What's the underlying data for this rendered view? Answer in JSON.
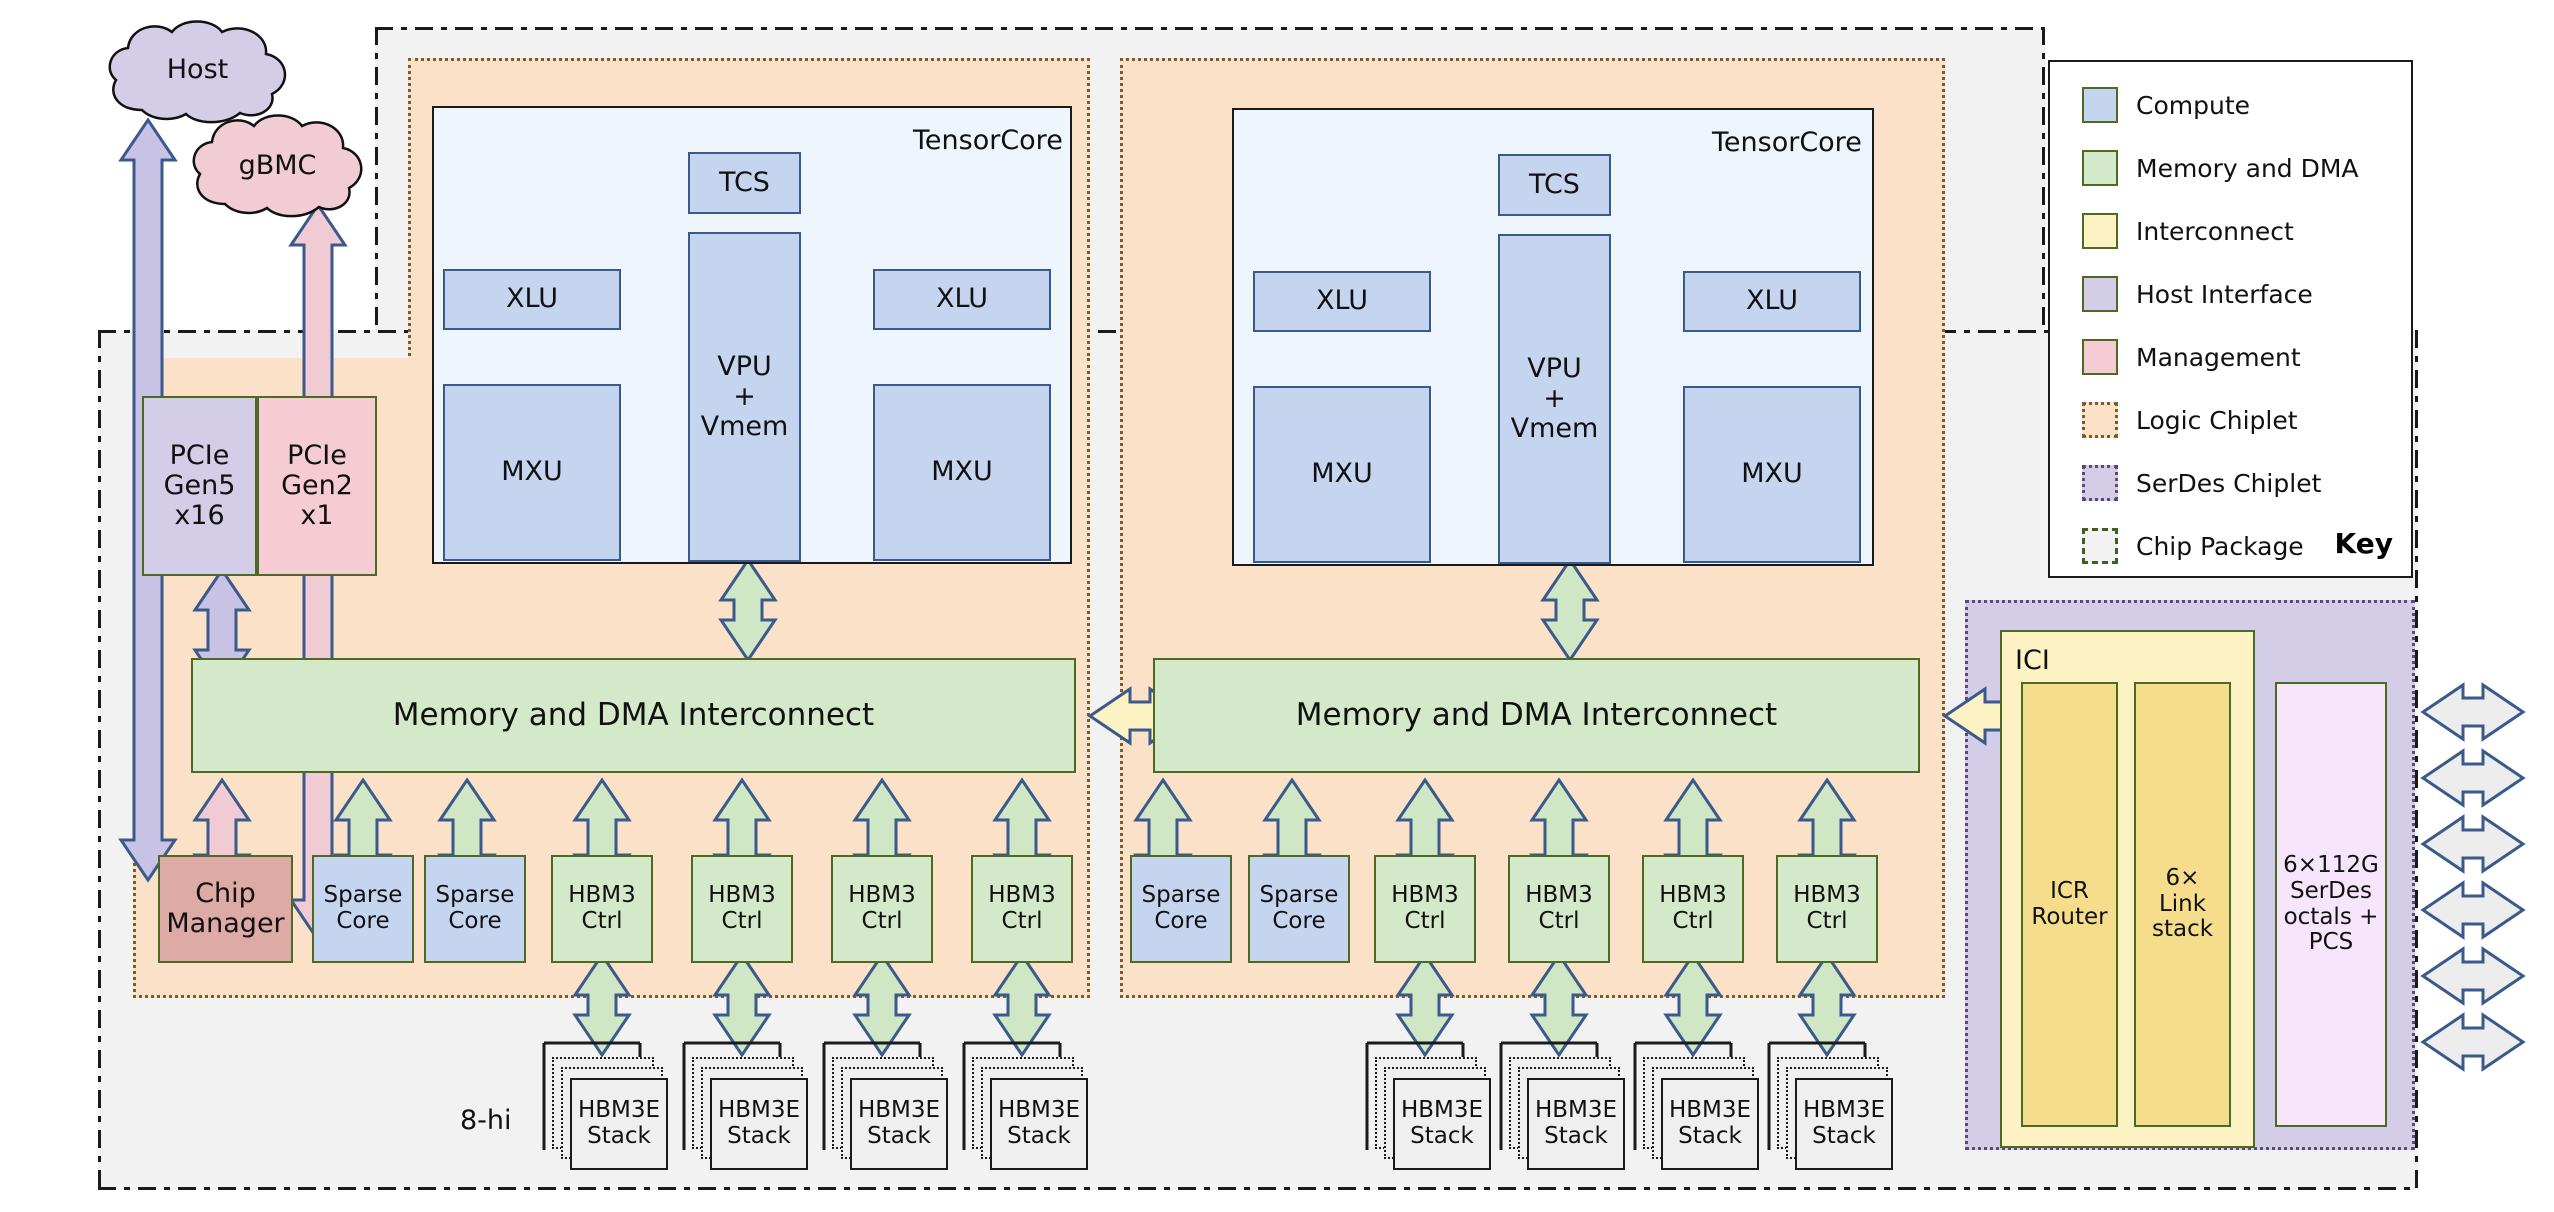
{
  "diagram": {
    "title": "TPU chiplet block diagram",
    "clouds": [
      {
        "id": "host",
        "label": "Host",
        "fill": "#d3cde8"
      },
      {
        "id": "gbmc",
        "label": "gBMC",
        "fill": "#f5ccd4"
      }
    ],
    "labels": {
      "tensorcore": "TensorCore",
      "ici": "ICI",
      "eight_hi": "8-hi"
    },
    "tensorcore": {
      "name": "TensorCore",
      "tcs": "TCS",
      "vpu": "VPU\n+\nVmem",
      "vpu_lines": [
        "VPU",
        "+",
        "Vmem"
      ],
      "xlu_left": "XLU",
      "xlu_right": "XLU",
      "mxu_left": "MXU",
      "mxu_right": "MXU"
    },
    "host_interface": {
      "pcie_gen5": "PCIe\nGen5\nx16",
      "pcie_gen5_lines": [
        "PCIe",
        "Gen5",
        "x16"
      ],
      "pcie_gen2": "PCIe\nGen2\nx1",
      "pcie_gen2_lines": [
        "PCIe",
        "Gen2",
        "x1"
      ]
    },
    "interconnect_bar": "Memory and DMA Interconnect",
    "bottom_row_left": [
      {
        "label": "Chip\nManager",
        "lines": [
          "Chip",
          "Manager"
        ],
        "kind": "management"
      },
      {
        "label": "Sparse\nCore",
        "lines": [
          "Sparse",
          "Core"
        ],
        "kind": "compute"
      },
      {
        "label": "Sparse\nCore",
        "lines": [
          "Sparse",
          "Core"
        ],
        "kind": "compute"
      },
      {
        "label": "HBM3\nCtrl",
        "lines": [
          "HBM3",
          "Ctrl"
        ],
        "kind": "memory"
      },
      {
        "label": "HBM3\nCtrl",
        "lines": [
          "HBM3",
          "Ctrl"
        ],
        "kind": "memory"
      },
      {
        "label": "HBM3\nCtrl",
        "lines": [
          "HBM3",
          "Ctrl"
        ],
        "kind": "memory"
      },
      {
        "label": "HBM3\nCtrl",
        "lines": [
          "HBM3",
          "Ctrl"
        ],
        "kind": "memory"
      }
    ],
    "bottom_row_right": [
      {
        "label": "Sparse\nCore",
        "lines": [
          "Sparse",
          "Core"
        ],
        "kind": "compute"
      },
      {
        "label": "Sparse\nCore",
        "lines": [
          "Sparse",
          "Core"
        ],
        "kind": "compute"
      },
      {
        "label": "HBM3\nCtrl",
        "lines": [
          "HBM3",
          "Ctrl"
        ],
        "kind": "memory"
      },
      {
        "label": "HBM3\nCtrl",
        "lines": [
          "HBM3",
          "Ctrl"
        ],
        "kind": "memory"
      },
      {
        "label": "HBM3\nCtrl",
        "lines": [
          "HBM3",
          "Ctrl"
        ],
        "kind": "memory"
      },
      {
        "label": "HBM3\nCtrl",
        "lines": [
          "HBM3",
          "Ctrl"
        ],
        "kind": "memory"
      }
    ],
    "hbm_stack": {
      "label": "HBM3E\nStack",
      "lines": [
        "HBM3E",
        "Stack"
      ],
      "count_left": 4,
      "count_right": 4
    },
    "ici_block": {
      "title": "ICI",
      "router": "ICR\nRouter",
      "router_lines": [
        "ICR",
        "Router"
      ],
      "link_stack": "6×\nLink\nstack",
      "link_stack_lines": [
        "6×",
        "Link",
        "stack"
      ],
      "serdes": "6×112G\nSerDes\noctals +\nPCS",
      "serdes_lines": [
        "6×112G",
        "SerDes",
        "octals +",
        "PCS"
      ],
      "serdes_port_count": 6
    },
    "key": {
      "title": "Key",
      "items": [
        {
          "label": "Compute",
          "fill": "#c6d5ef",
          "border": "#4c6a21",
          "style": "solid"
        },
        {
          "label": "Memory and DMA",
          "fill": "#d4e9c9",
          "border": "#4c6a21",
          "style": "solid"
        },
        {
          "label": "Interconnect",
          "fill": "#fdf2c4",
          "border": "#4c6a21",
          "style": "solid"
        },
        {
          "label": "Host Interface",
          "fill": "#d3cde8",
          "border": "#4c6a21",
          "style": "solid"
        },
        {
          "label": "Management",
          "fill": "#f5ccd4",
          "border": "#4c6a21",
          "style": "solid"
        },
        {
          "label": "Logic Chiplet",
          "fill": "#fae1c8",
          "border": "#7a5c2e",
          "style": "dotted"
        },
        {
          "label": "SerDes Chiplet",
          "fill": "#d3cde8",
          "border": "#5a4a7a",
          "style": "dotted"
        },
        {
          "label": "Chip Package",
          "fill": "#f2f2f2",
          "border": "#4c6a21",
          "style": "dashed"
        }
      ]
    },
    "colors": {
      "compute": "#c6d5ef",
      "memory": "#d4e9c9",
      "interconnect": "#fdf2c4",
      "host_interface": "#d3cde8",
      "management": "#f5ccd4",
      "logic_chiplet": "#fae1c8",
      "serdes_chiplet": "#d3cde8",
      "chip_package": "#f2f2f2",
      "arrow_outline": "#3b5a8c"
    }
  }
}
